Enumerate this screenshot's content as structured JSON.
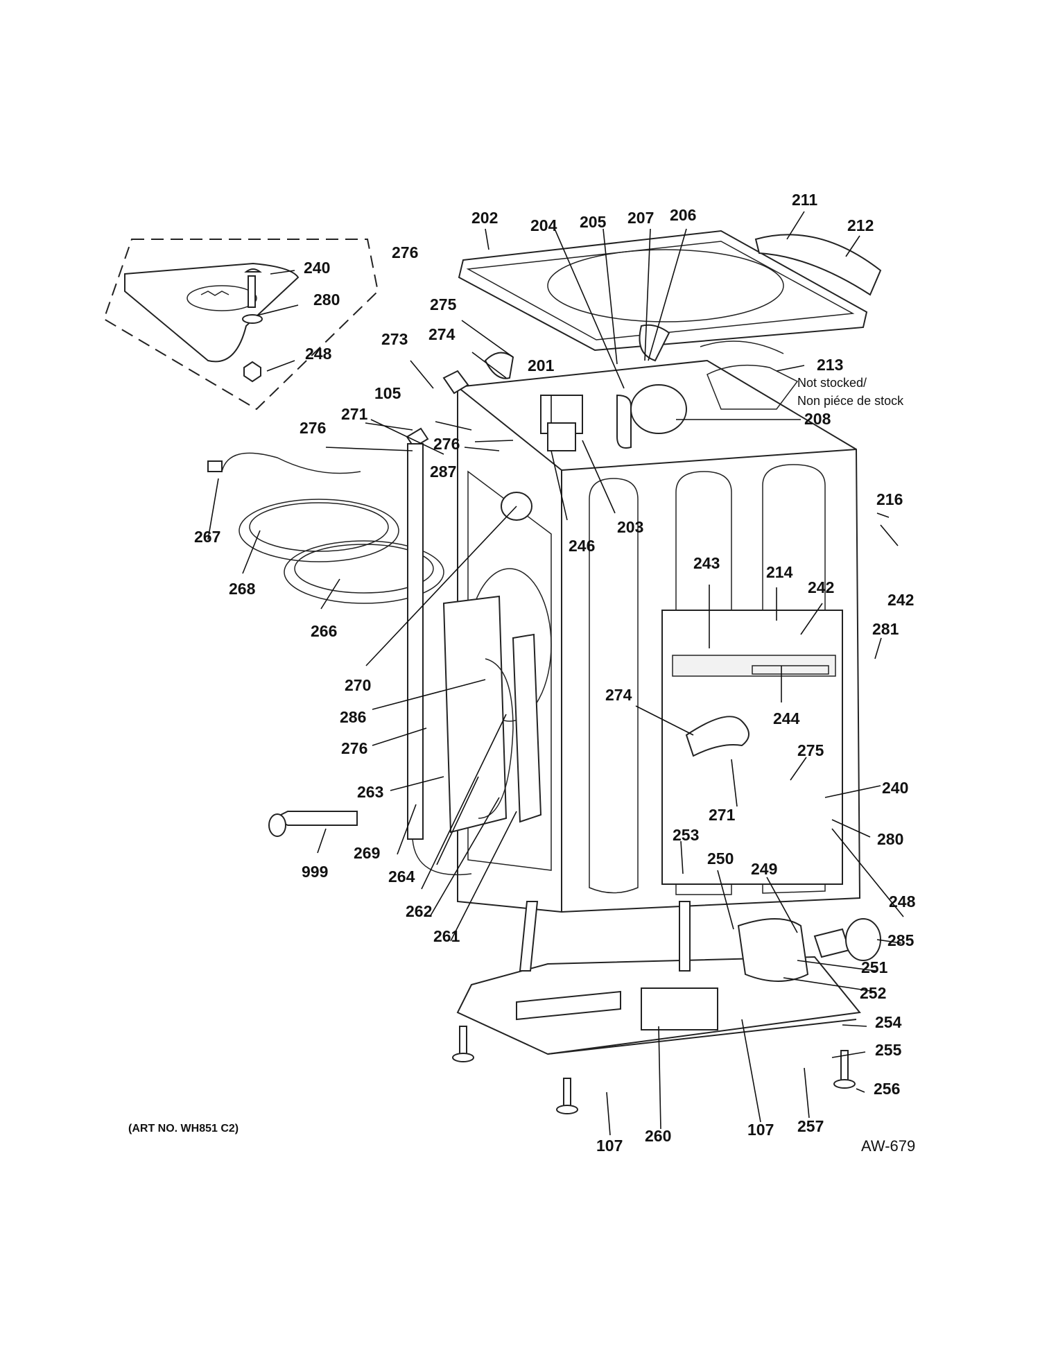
{
  "diagram": {
    "callouts": {
      "c202": "202",
      "c204": "204",
      "c205": "205",
      "c207": "207",
      "c206": "206",
      "c211": "211",
      "c212": "212",
      "c276_top": "276",
      "c240_inset": "240",
      "c280_inset": "280",
      "c248_inset": "248",
      "c275_top": "275",
      "c274_top": "274",
      "c273": "273",
      "c201": "201",
      "c213": "213",
      "c208": "208",
      "c105": "105",
      "c271_top": "271",
      "c276_left": "276",
      "c276_mid": "276",
      "c287": "287",
      "c203": "203",
      "c246": "246",
      "c216": "216",
      "c242_right": "242",
      "c267": "267",
      "c268": "268",
      "c266": "266",
      "c270": "270",
      "c243": "243",
      "c214": "214",
      "c242_mid": "242",
      "c281": "281",
      "c274_mid": "274",
      "c244": "244",
      "c286": "286",
      "c276_low": "276",
      "c275_mid": "275",
      "c263": "263",
      "c240_right": "240",
      "c271_mid": "271",
      "c280_right": "280",
      "c253": "253",
      "c250": "250",
      "c249": "249",
      "c999": "999",
      "c269": "269",
      "c264": "264",
      "c262": "262",
      "c261": "261",
      "c248_right": "248",
      "c285": "285",
      "c251": "251",
      "c252": "252",
      "c254": "254",
      "c255": "255",
      "c256": "256",
      "c107_left": "107",
      "c260": "260",
      "c107_right": "107",
      "c257": "257"
    },
    "note_line1": "Not stocked/",
    "note_line2": "Non piéce de stock",
    "art_number": "(ART NO. WH851 C2)",
    "diagram_code": "AW-679"
  }
}
